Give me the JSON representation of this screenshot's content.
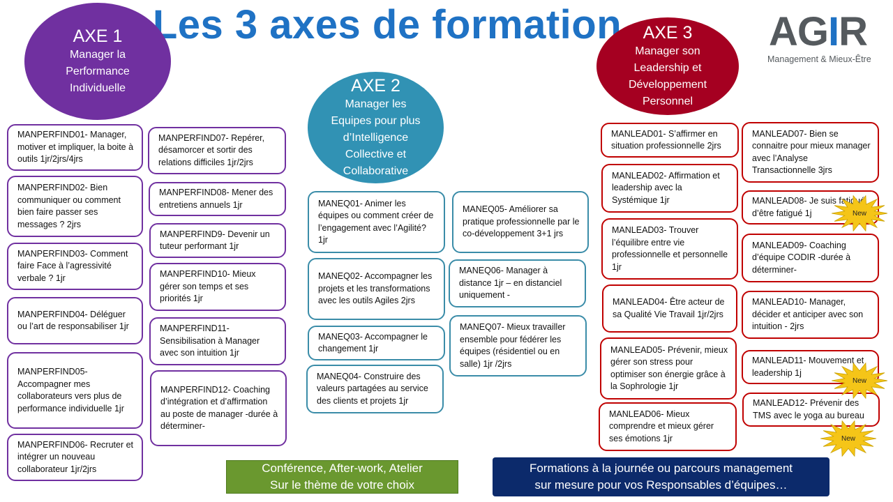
{
  "title": "Les 3 axes de formation",
  "logo": {
    "letters": [
      "AG",
      "I",
      "R"
    ],
    "tagline": "Management & Mieux-Être"
  },
  "colors": {
    "axe1": "#7030a0",
    "axe2": "#3192b4",
    "axe3": "#a50021",
    "title": "#1f72c4",
    "new_badge": "#f5c518"
  },
  "axes": [
    {
      "label": "AXE 1",
      "subtitle": [
        "Manager la",
        "Performance",
        "Individuelle"
      ],
      "items": [
        "MANPERFIND01- Manager, motiver et impliquer, la boite à outils 1jr/2jrs/4jrs",
        "MANPERFIND02- Bien communiquer ou comment bien faire passer ses messages ? 2jrs",
        "MANPERFIND03- Comment faire Face à l’agressivité verbale ? 1jr",
        "MANPERFIND04- Déléguer ou l’art de responsabiliser 1jr",
        "MANPERFIND05- Accompagner mes collaborateurs vers plus de performance individuelle 1jr",
        "MANPERFIND06- Recruter et intégrer un nouveau collaborateur 1jr/2jrs",
        "MANPERFIND07- Repérer, désamorcer et sortir des relations difficiles 1jr/2jrs",
        "MANPERFIND08- Mener des entretiens annuels 1jr",
        "MANPERFIND9- Devenir un tuteur performant 1jr",
        "MANPERFIND10- Mieux gérer son temps et ses priorités 1jr",
        "MANPERFIND11- Sensibilisation à Manager avec son intuition 1jr",
        "MANPERFIND12- Coaching d’intégration et d’affirmation au poste de manager -durée à déterminer-"
      ]
    },
    {
      "label": "AXE 2",
      "subtitle": [
        "Manager les",
        "Equipes pour plus",
        "d’Intelligence",
        "Collective et",
        "Collaborative"
      ],
      "items": [
        "MANEQ01- Animer les équipes ou comment créer de l’engagement avec l’Agilité? 1jr",
        "MANEQ02- Accompagner les projets et les transformations avec les outils Agiles 2jrs",
        "MANEQ03- Accompagner le changement 1jr",
        "MANEQ04- Construire des valeurs partagées au service des clients et projets 1jr",
        "MANEQ05- Améliorer sa pratique professionnelle par le co-développement 3+1 jrs",
        "MANEQ06- Manager à distance 1jr – en distanciel uniquement -",
        "MANEQ07- Mieux travailler ensemble pour fédérer les équipes (résidentiel ou en salle) 1jr /2jrs"
      ]
    },
    {
      "label": "AXE 3",
      "subtitle": [
        "Manager son",
        "Leadership et",
        "Développement",
        "Personnel"
      ],
      "items": [
        "MANLEAD01- S’affirmer en situation professionnelle 2jrs",
        "MANLEAD02- Affirmation et leadership avec la Systémique 1jr",
        "MANLEAD03- Trouver l’équilibre entre vie professionnelle et personnelle 1jr",
        "MANLEAD04- Être acteur de sa Qualité Vie Travail 1jr/2jrs",
        "MANLEAD05- Prévenir, mieux gérer son stress pour optimiser son énergie grâce à la Sophrologie 1jr",
        "MANLEAD06- Mieux comprendre et mieux gérer ses émotions 1jr",
        "MANLEAD07- Bien se connaitre pour mieux manager avec l’Analyse Transactionnelle 3jrs",
        "MANLEAD08- Je suis fatigué d’être fatigué 1j",
        "MANLEAD09- Coaching d’équipe CODIR -durée à déterminer-",
        "MANLEAD10- Manager, décider et anticiper avec son intuition - 2jrs",
        "MANLEAD11- Mouvement et leadership 1j",
        "MANLEAD12- Prévenir des TMS avec le yoga au bureau"
      ]
    }
  ],
  "badges": [
    "New",
    "New",
    "New"
  ],
  "bottom": {
    "left": [
      "Conférence, After-work, Atelier",
      "Sur le thème de votre choix"
    ],
    "right": [
      "Formations à la journée ou parcours management",
      "sur mesure pour vos Responsables d’équipes…"
    ]
  }
}
